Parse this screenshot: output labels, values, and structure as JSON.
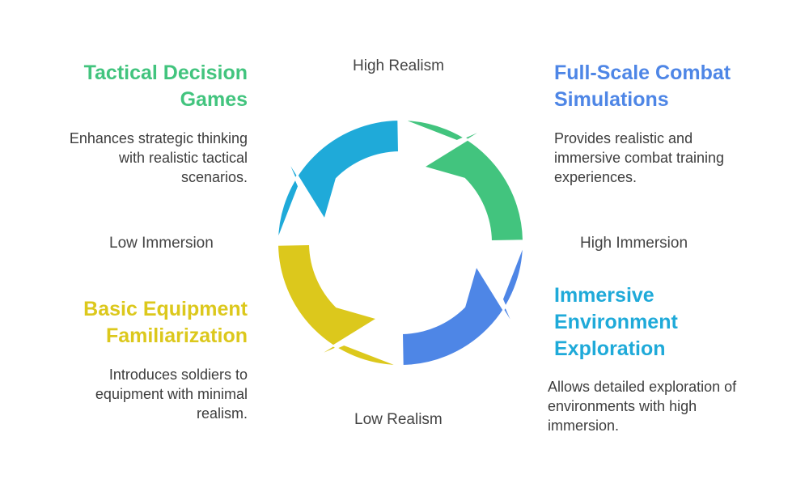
{
  "axes": {
    "top": "High Realism",
    "bottom": "Low Realism",
    "left": "Low Immersion",
    "right": "High Immersion"
  },
  "quadrants": {
    "top_left": {
      "title_lines": [
        "Tactical Decision",
        "Games"
      ],
      "desc_lines": [
        "Enhances strategic thinking",
        "with realistic tactical",
        "scenarios."
      ],
      "color": "#42C47E"
    },
    "top_right": {
      "title_lines": [
        "Full-Scale Combat",
        "Simulations"
      ],
      "desc_lines": [
        "Provides realistic and",
        "immersive combat training",
        "experiences."
      ],
      "color": "#4E86E6"
    },
    "bottom_left": {
      "title_lines": [
        "Basic Equipment",
        "Familiarization"
      ],
      "desc_lines": [
        "Introduces soldiers to",
        "equipment with minimal",
        "realism."
      ],
      "color": "#DCC81C"
    },
    "bottom_right": {
      "title_lines": [
        "Immersive",
        "Environment",
        "Exploration"
      ],
      "desc_lines": [
        "Allows detailed exploration of",
        "environments with high",
        "immersion."
      ],
      "color": "#1FAAD9"
    }
  },
  "ring_colors": {
    "top_left_segment": "#1FAAD9",
    "top_right_segment": "#42C47E",
    "bottom_right_segment": "#4E86E6",
    "bottom_left_segment": "#DCC81C"
  }
}
